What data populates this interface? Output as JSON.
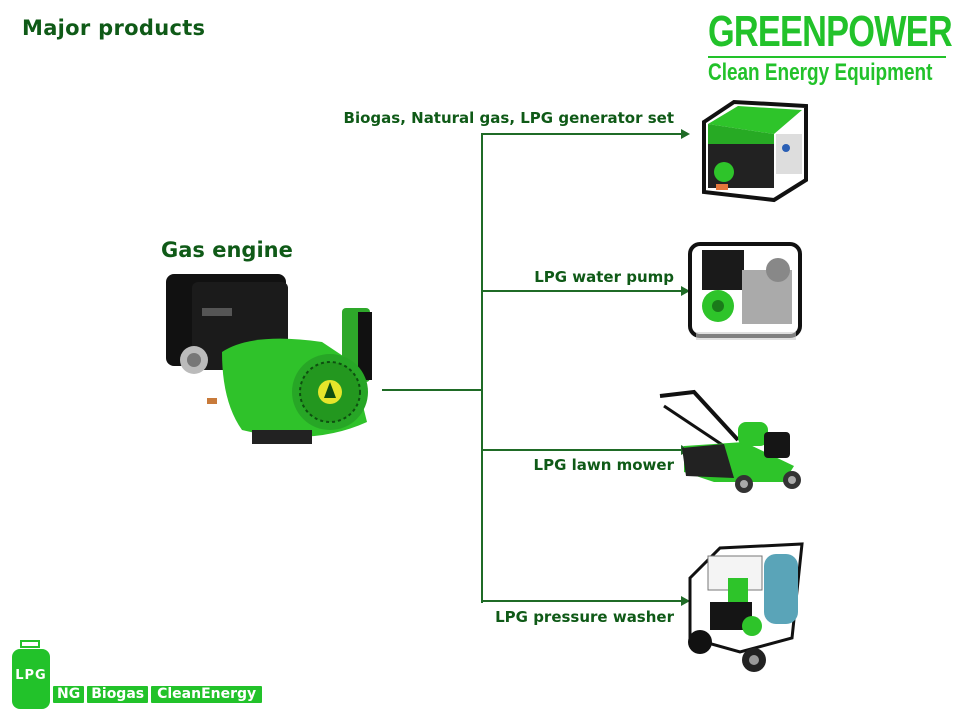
{
  "header": {
    "title": "Major products"
  },
  "logo": {
    "brand": "GREENPOWER",
    "tagline": "Clean Energy Equipment",
    "color": "#22c22a"
  },
  "source": {
    "label": "Gas engine",
    "image": "gas-engine-photo"
  },
  "products": [
    {
      "label": "Biogas, Natural gas, LPG generator set",
      "image": "generator-set-photo"
    },
    {
      "label": "LPG water pump",
      "image": "water-pump-photo"
    },
    {
      "label": "LPG lawn mower",
      "image": "lawn-mower-photo"
    },
    {
      "label": "LPG pressure washer",
      "image": "pressure-washer-photo"
    }
  ],
  "footer": {
    "cylinder_label": "LPG",
    "badges": [
      "NG",
      "Biogas",
      "CleanEnergy"
    ]
  },
  "colors": {
    "text_green": "#0f5a17",
    "line_green": "#1f6b26",
    "bright_green": "#22c22a"
  }
}
